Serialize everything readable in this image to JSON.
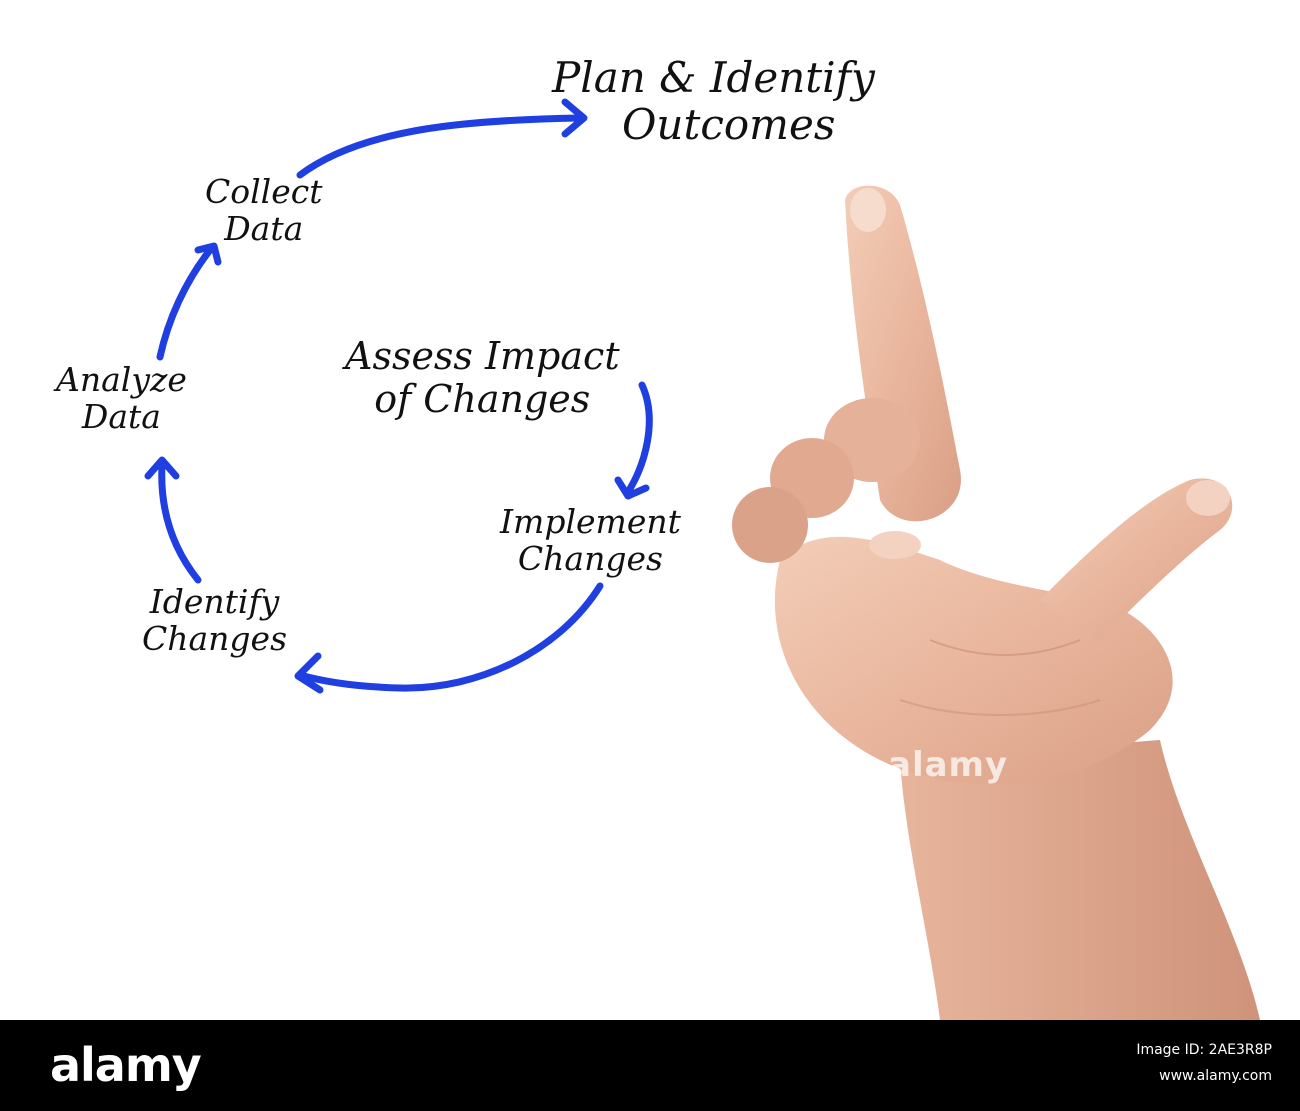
{
  "diagram": {
    "steps": [
      {
        "id": "plan",
        "lines": [
          "Plan & Identify",
          "Outcomes"
        ]
      },
      {
        "id": "assess",
        "lines": [
          "Assess Impact",
          "of Changes"
        ]
      },
      {
        "id": "implement",
        "lines": [
          "Implement",
          "Changes"
        ]
      },
      {
        "id": "identify",
        "lines": [
          "Identify",
          "Changes"
        ]
      },
      {
        "id": "analyze",
        "lines": [
          "Analyze",
          "Data"
        ]
      },
      {
        "id": "collect",
        "lines": [
          "Collect",
          "Data"
        ]
      }
    ],
    "arrow_color": "#1f3fe0",
    "text_color": "#111111"
  },
  "watermark": "alamy",
  "footer": {
    "brand": "alamy",
    "image_id": "Image ID: 2AE3R8P",
    "domain": "www.alamy.com"
  }
}
